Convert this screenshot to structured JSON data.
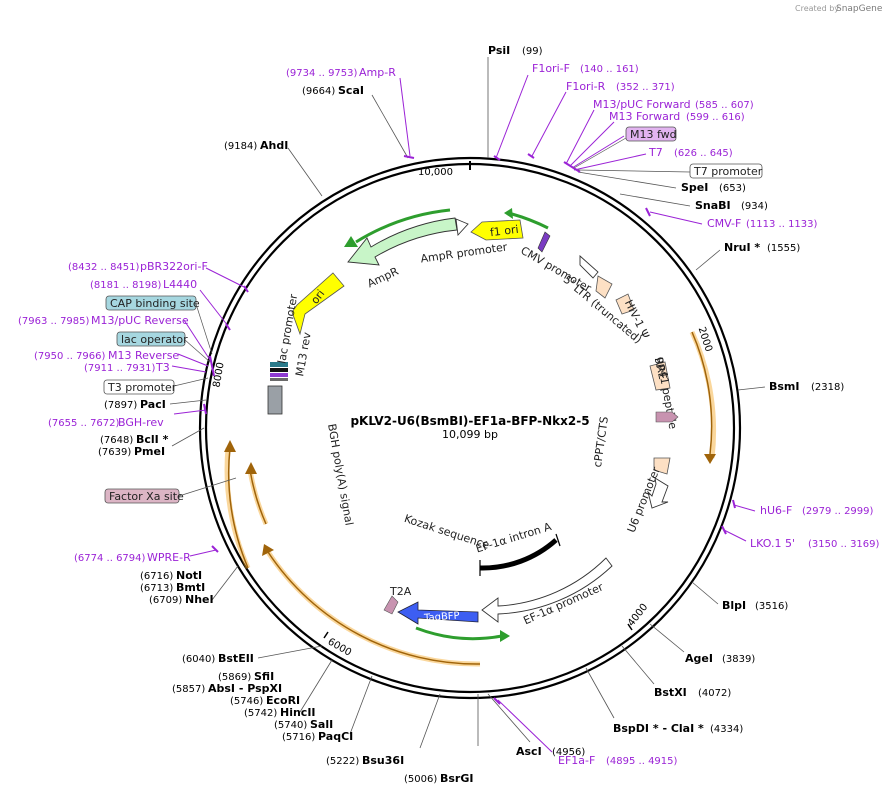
{
  "credit": {
    "prefix": "Created by",
    "brand": "SnapGene"
  },
  "map": {
    "title": "pKLV2-U6(BsmBI)-EF1a-BFP-Nkx2-5",
    "length_label": "10,099 bp",
    "ticks": [
      "10,000",
      "2000",
      "4000",
      "6000",
      "8000"
    ]
  },
  "sites": [
    {
      "name": "PsiI",
      "pos": "(99)"
    },
    {
      "name": "ScaI",
      "pos": "(9664)"
    },
    {
      "name": "AhdI",
      "pos": "(9184)"
    },
    {
      "name": "SpeI",
      "pos": "(653)"
    },
    {
      "name": "SnaBI",
      "pos": "(934)"
    },
    {
      "name": "NruI *",
      "pos": "(1555)"
    },
    {
      "name": "BsmI",
      "pos": "(2318)"
    },
    {
      "name": "BlpI",
      "pos": "(3516)"
    },
    {
      "name": "AgeI",
      "pos": "(3839)"
    },
    {
      "name": "BstXI",
      "pos": "(4072)"
    },
    {
      "name": "BspDI * - ClaI *",
      "pos": "(4334)"
    },
    {
      "name": "AscI",
      "pos": "(4956)"
    },
    {
      "name": "BsrGI",
      "pos": "(5006)"
    },
    {
      "name": "Bsu36I",
      "pos": "(5222)"
    },
    {
      "name": "PaqCI",
      "pos": "(5716)"
    },
    {
      "name": "SalI",
      "pos": "(5740)"
    },
    {
      "name": "HincII",
      "pos": "(5742)"
    },
    {
      "name": "EcoRI",
      "pos": "(5746)"
    },
    {
      "name": "AbsI  - PspXI",
      "pos": "(5857)"
    },
    {
      "name": "SfiI",
      "pos": "(5869)"
    },
    {
      "name": "BstEII",
      "pos": "(6040)"
    },
    {
      "name": "NheI",
      "pos": "(6709)"
    },
    {
      "name": "BmtI",
      "pos": "(6713)"
    },
    {
      "name": "NotI",
      "pos": "(6716)"
    },
    {
      "name": "PmeI",
      "pos": "(7639)"
    },
    {
      "name": "BclI *",
      "pos": "(7648)"
    },
    {
      "name": "PacI",
      "pos": "(7897)"
    }
  ],
  "primers": [
    {
      "name": "Amp-R",
      "pos": "(9734 .. 9753)"
    },
    {
      "name": "F1ori-F",
      "pos": "(140 .. 161)"
    },
    {
      "name": "F1ori-R",
      "pos": "(352 .. 371)"
    },
    {
      "name": "M13/pUC Forward",
      "pos": "(585 .. 607)"
    },
    {
      "name": "M13 Forward",
      "pos": "(599 .. 616)"
    },
    {
      "name": "T7",
      "pos": "(626 .. 645)"
    },
    {
      "name": "CMV-F",
      "pos": "(1113 .. 1133)"
    },
    {
      "name": "hU6-F",
      "pos": "(2979 .. 2999)"
    },
    {
      "name": "LKO.1 5'",
      "pos": "(3150 .. 3169)"
    },
    {
      "name": "EF1a-F",
      "pos": "(4895 .. 4915)"
    },
    {
      "name": "WPRE-R",
      "pos": "(6774 .. 6794)"
    },
    {
      "name": "BGH-rev",
      "pos": "(7655 .. 7672)"
    },
    {
      "name": "T3",
      "pos": "(7911 .. 7931)"
    },
    {
      "name": "M13 Reverse",
      "pos": "(7950 .. 7966)"
    },
    {
      "name": "M13/pUC Reverse",
      "pos": "(7963 .. 7985)"
    },
    {
      "name": "L4440",
      "pos": "(8181 .. 8198)"
    },
    {
      "name": "pBR322ori-F",
      "pos": "(8432 .. 8451)"
    }
  ],
  "boxed_labels": {
    "m13_fwd": "M13 fwd",
    "t7_promoter": "T7 promoter",
    "cap_binding_site": "CAP binding site",
    "lac_operator": "lac operator",
    "t3_promoter": "T3 promoter",
    "factor_xa_site": "Factor Xa site"
  },
  "features": {
    "f1_ori": "f1 ori",
    "ampr": "AmpR",
    "ampr_promoter": "AmpR promoter",
    "ori": "ori",
    "cmv_promoter": "CMV promoter",
    "ltr": "5' LTR (truncated)",
    "hiv_psi": "HIV-1 Ψ",
    "rre": "RRE",
    "gp41": "gp41 peptide",
    "cppt": "cPPT/CTS",
    "u6": "U6 promoter",
    "lac_promoter": "lac promoter",
    "m13_rev": "M13 rev",
    "bgh": "BGH poly(A) signal",
    "kozak": "Kozak sequence",
    "ef1a_intron": "EF-1α intron A",
    "ef1a_promoter": "EF-1α promoter",
    "t2a": "T2A",
    "tagbfp": "TagBFP"
  },
  "colors": {
    "primer": "#9b23d6",
    "ampr": "#c8f5c8",
    "yellow": "#ffff00",
    "orange": "#f5a623",
    "peach": "#fde0c4",
    "tagbfp": "#3d5ef2",
    "t2a": "#c893b0",
    "boxed_blue": "#a6d7e0",
    "boxed_pink": "#dcb5c5",
    "boxed_purple": "#e2b4f0"
  }
}
